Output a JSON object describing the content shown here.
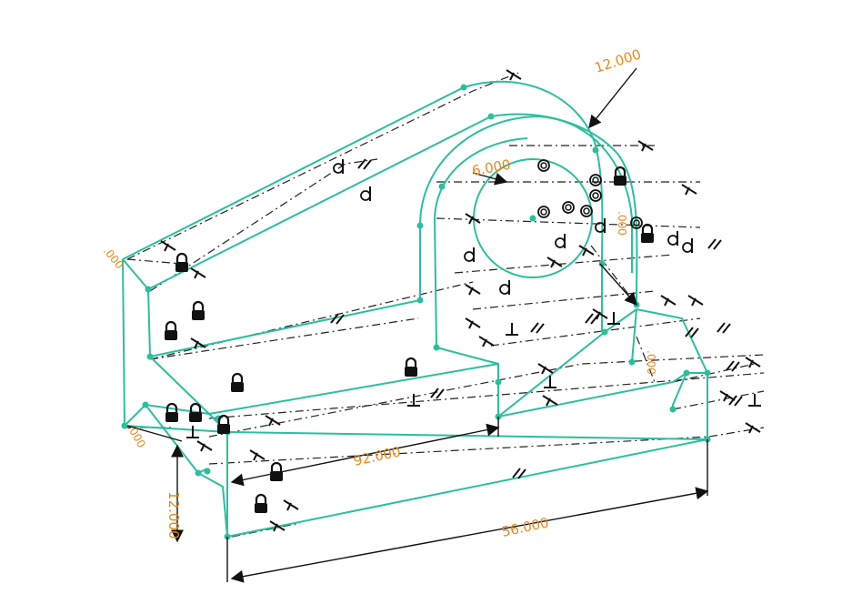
{
  "dimensions": {
    "d_radius_outer": "12.000",
    "d_radius_inner": "6.000",
    "d_length_top": "92.000",
    "d_length_bottom": "56.000",
    "d_height": "12.000"
  },
  "colors": {
    "geometry": "#2bbf9f",
    "dimension_text": "#e8891a",
    "constraint": "#111111"
  },
  "icons": [
    "lock-icon",
    "parallel-icon",
    "perpendicular-icon",
    "fix-icon",
    "tangent-icon",
    "concentric-icon"
  ]
}
